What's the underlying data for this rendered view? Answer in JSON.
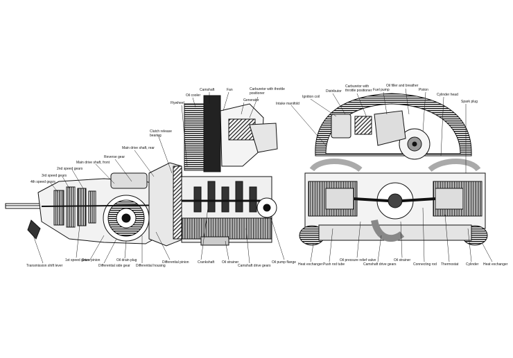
{
  "diagram": {
    "transaxle_view": {
      "labels": {
        "camshaft": "Camshaft",
        "fan": "Fan",
        "carburetor_throttle": "Carburetor with throttle positioner",
        "oil_cooler": "Oil cooler",
        "generator": "Generator",
        "flywheel": "Flywheel",
        "clutch_release": "Clutch release bearing",
        "main_drive_rear": "Main drive shaft, rear",
        "reverse_gear": "Reverse gear",
        "main_drive_front": "Main drive shaft, front",
        "second_speed": "2nd speed gears",
        "third_speed": "3rd speed gears",
        "fourth_speed": "4th speed gears",
        "first_speed": "1st speed gears",
        "drive_pinion": "Drive pinion",
        "shift_lever": "Transmission shift lever",
        "diff_side_gear": "Differential side gear",
        "oil_drain_plug": "Oil drain plug",
        "diff_housing": "Differential housing",
        "diff_pinion": "Differential pinion",
        "crankshaft": "Crankshaft",
        "oil_strainer": "Oil strainer",
        "camshaft_drive_gears": "Camshaft drive gears",
        "oil_pump_flange": "Oil pump flange"
      }
    },
    "engine_view": {
      "labels": {
        "intake_manifold": "Intake manifold",
        "ignition_coil": "Ignition coil",
        "distributor": "Distributor",
        "carburetor_throttle": "Carburetor with throttle positioner",
        "fuel_pump": "Fuel pump",
        "oil_filler_breather": "Oil filler and breather",
        "piston": "Piston",
        "cylinder_head": "Cylinder head",
        "spark_plug": "Spark plug",
        "heat_exchanger_left": "Heat exchanger",
        "push_rod_tube": "Push rod tube",
        "oil_pressure_relief": "Oil pressure relief valve",
        "camshaft_drive_gears": "Camshaft drive gears",
        "oil_strainer": "Oil strainer",
        "connecting_rod": "Connecting rod",
        "thermostat": "Thermostat",
        "cylinder": "Cylinder",
        "heat_exchanger_right": "Heat exchanger"
      }
    }
  }
}
